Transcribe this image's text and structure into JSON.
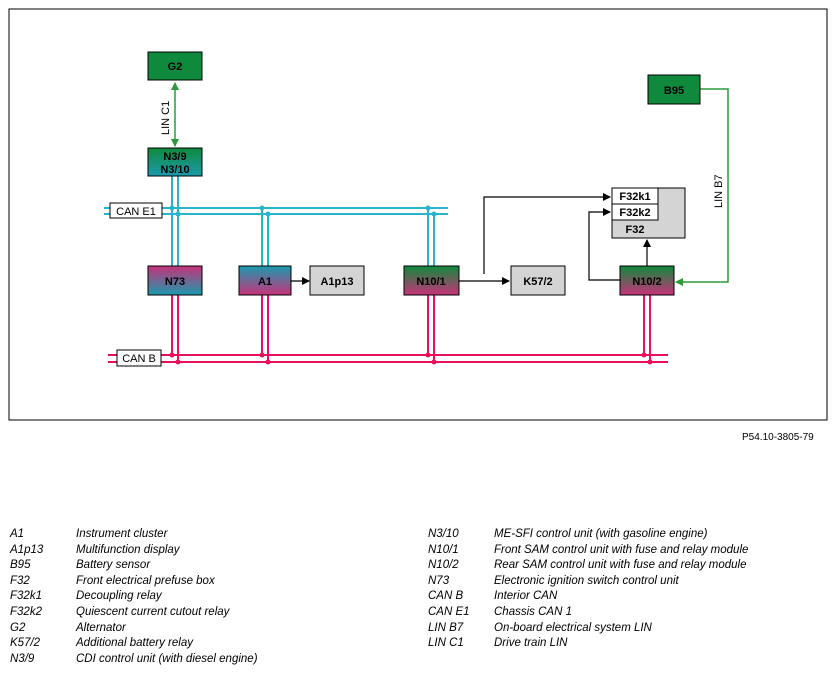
{
  "diagram": {
    "components": {
      "g2": "G2",
      "n39": "N3/9",
      "n310": "N3/10",
      "n73": "N73",
      "a1": "A1",
      "a1p13": "A1p13",
      "n101": "N10/1",
      "k572": "K57/2",
      "n102": "N10/2",
      "b95": "B95",
      "f32k1": "F32k1",
      "f32k2": "F32k2",
      "f32": "F32"
    },
    "buses": {
      "can_e1": "CAN E1",
      "can_b": "CAN B",
      "lin_c1": "LIN C1",
      "lin_b7": "LIN B7"
    },
    "colors": {
      "green": "#0f8a3c",
      "teal": "#1b9aae",
      "magenta": "#c8327a",
      "gray": "#d4d4d4",
      "can_e1_line": "#28b4cc",
      "can_b_line": "#e8105a",
      "lin_line": "#2a9a3a"
    }
  },
  "figure_id": "P54.10-3805-79",
  "legend_left": [
    {
      "code": "A1",
      "desc": "Instrument cluster"
    },
    {
      "code": "A1p13",
      "desc": "Multifunction display"
    },
    {
      "code": "B95",
      "desc": "Battery sensor"
    },
    {
      "code": "F32",
      "desc": "Front electrical prefuse box"
    },
    {
      "code": "F32k1",
      "desc": "Decoupling relay"
    },
    {
      "code": "F32k2",
      "desc": "Quiescent current cutout relay"
    },
    {
      "code": "G2",
      "desc": "Alternator"
    },
    {
      "code": "K57/2",
      "desc": "Additional battery relay"
    },
    {
      "code": "N3/9",
      "desc": "CDI control unit (with diesel engine)"
    }
  ],
  "legend_right": [
    {
      "code": "N3/10",
      "desc": "ME-SFI control unit (with gasoline engine)"
    },
    {
      "code": "N10/1",
      "desc": "Front SAM control unit with fuse and relay module"
    },
    {
      "code": "N10/2",
      "desc": "Rear SAM control unit with fuse and relay module"
    },
    {
      "code": "N73",
      "desc": "Electronic ignition switch control unit"
    },
    {
      "code": "CAN B",
      "desc": "Interior CAN"
    },
    {
      "code": "CAN E1",
      "desc": "Chassis CAN 1"
    },
    {
      "code": "LIN B7",
      "desc": "On-board electrical system LIN"
    },
    {
      "code": "LIN C1",
      "desc": "Drive train LIN"
    }
  ]
}
